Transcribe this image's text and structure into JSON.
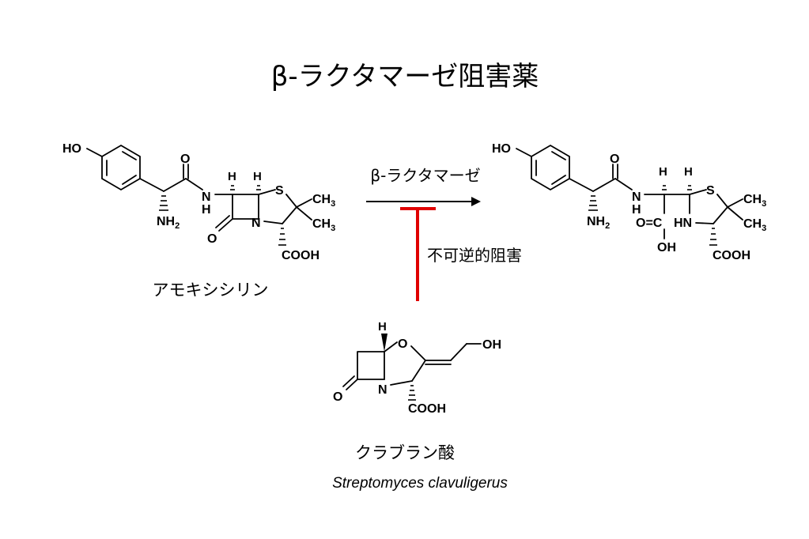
{
  "title": "β-ラクタマーゼ阻害薬",
  "enzyme_label": "β-ラクタマーゼ",
  "inhibition_label": "不可逆的阻害",
  "substrate_name": "アモキシシリン",
  "inhibitor_name": "クラブラン酸",
  "inhibitor_source": "Streptomyces clavuligerus",
  "colors": {
    "inhibition": "#e00000",
    "text": "#000000"
  },
  "atoms": {
    "ho": "HO",
    "oh": "OH",
    "o": "O",
    "n": "N",
    "s": "S",
    "h": "H",
    "nh": "NH",
    "hn": "HN",
    "nh2": "NH",
    "sub2": "2",
    "ch3": "CH",
    "sub3": "3",
    "cooh": "COOH",
    "oc": "O=C"
  }
}
